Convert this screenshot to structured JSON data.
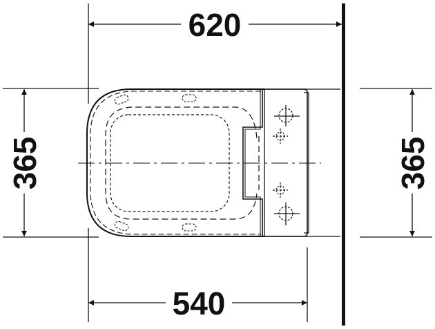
{
  "diagram": {
    "type": "technical-drawing",
    "subject": "wall-hung toilet, top view",
    "dimensions": {
      "overall_depth": "620",
      "bowl_depth": "540",
      "width_left": "365",
      "width_right": "365"
    },
    "colors": {
      "line": "#111111",
      "background": "#ffffff"
    }
  }
}
